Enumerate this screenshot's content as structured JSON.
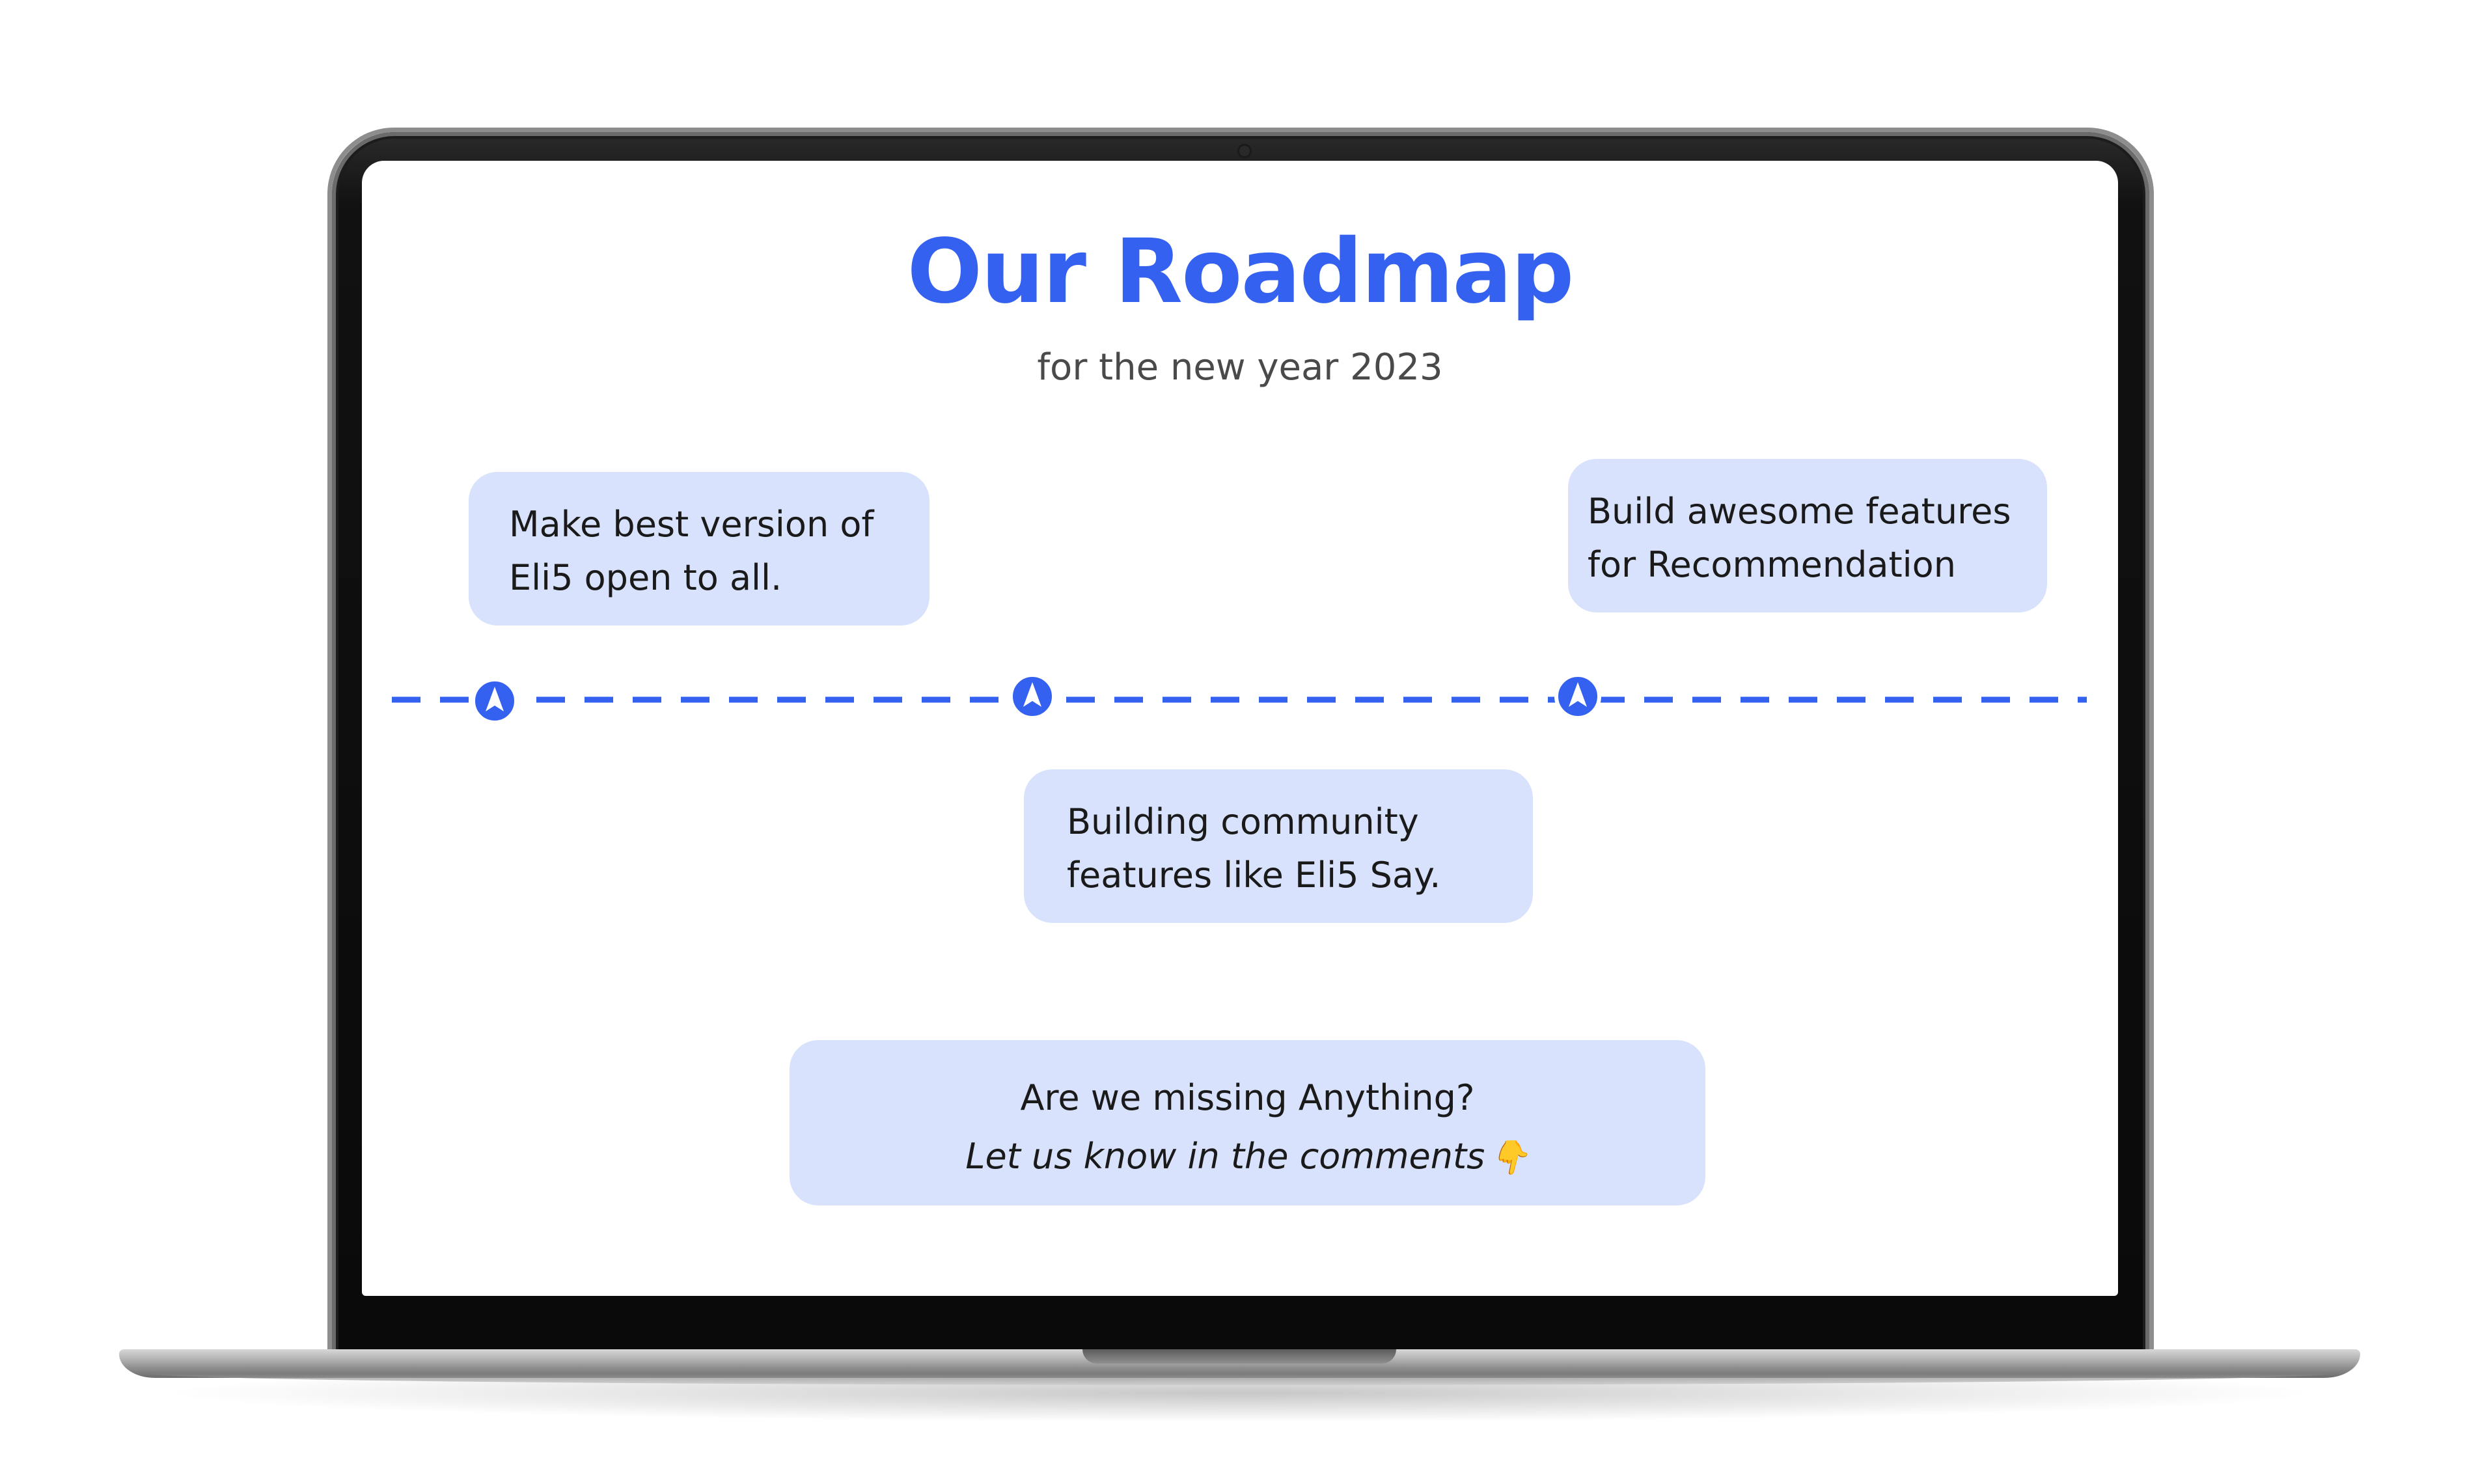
{
  "roadmap": {
    "title": "Our Roadmap",
    "subtitle": "for the new year 2023",
    "milestones": [
      {
        "lines": [
          "Make best version of",
          "Eli5 open to all."
        ]
      },
      {
        "lines": [
          "Build awesome features",
          "for Recommendation"
        ]
      },
      {
        "lines": [
          "Building community",
          "features like Eli5 Say."
        ]
      }
    ],
    "cta": {
      "line_1": "Are we missing Anything?",
      "line_2": "Let us know in the comments",
      "emoji": "👇"
    }
  },
  "colors": {
    "accent": "#3561f0",
    "card_background": "#d8e2fd",
    "text": "#1a1a1a",
    "subtitle_text": "#4a4a4a",
    "laptop_frame": "#0a0a0a",
    "laptop_base": "#b8b8b8"
  },
  "icons": {
    "timeline_marker": "navigation-arrow-icon"
  }
}
